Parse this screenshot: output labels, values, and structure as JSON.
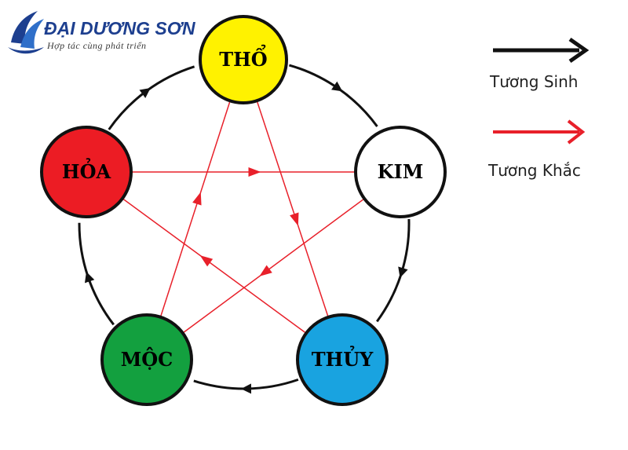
{
  "brand": {
    "name": "ĐẠI DƯƠNG SƠN",
    "tagline": "Hợp tác cùng phát triển",
    "color": "#1d3f8f"
  },
  "elements": [
    {
      "id": "tho",
      "label": "THỔ",
      "fill": "#fff200",
      "text_color": "#111111"
    },
    {
      "id": "kim",
      "label": "KIM",
      "fill": "#ffffff",
      "text_color": "#111111"
    },
    {
      "id": "thuy",
      "label": "THỦY",
      "fill": "#19a3e0",
      "text_color": "#111111"
    },
    {
      "id": "moc",
      "label": "MỘC",
      "fill": "#13a03f",
      "text_color": "#111111"
    },
    {
      "id": "hoa",
      "label": "HỎA",
      "fill": "#ec1c24",
      "text_color": "#111111"
    }
  ],
  "relations": {
    "sinh": [
      [
        "tho",
        "kim"
      ],
      [
        "kim",
        "thuy"
      ],
      [
        "thuy",
        "moc"
      ],
      [
        "moc",
        "hoa"
      ],
      [
        "hoa",
        "tho"
      ]
    ],
    "khac": [
      [
        "hoa",
        "kim"
      ],
      [
        "kim",
        "moc"
      ],
      [
        "moc",
        "tho"
      ],
      [
        "tho",
        "thuy"
      ],
      [
        "thuy",
        "hoa"
      ]
    ]
  },
  "legend": {
    "sinh_label": "Tương Sinh",
    "khac_label": "Tương Khắc",
    "sinh_color": "#111111",
    "khac_color": "#e8202a"
  }
}
